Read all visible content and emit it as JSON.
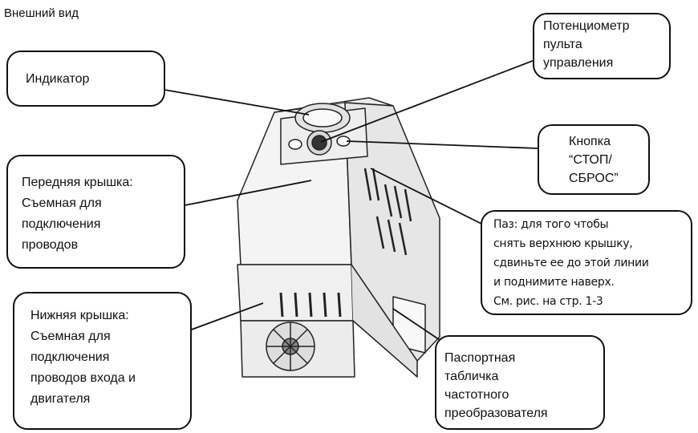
{
  "title": "Внешний вид",
  "callouts": {
    "indicator": "Индикатор",
    "potentiometer": "Потенциометр\nпульта\nуправления",
    "stop_reset": "Кнопка\n“СТОП/\nСБРОС”",
    "front_cover": "Передняя крышка:\nСъемная для\nподключения\nпроводов",
    "groove": "Паз: для того чтобы\nснять верхнюю крышку,\nсдвиньте ее до этой линии\nи поднимите наверх.\nСм. рис. на стр. 1-3",
    "bottom_cover": "Нижняя крышка:\nСъемная для\nподключения\nпроводов входа и\nдвигателя",
    "nameplate": "Паспортная\nтабличка\nчастотного\nпреобразователя"
  }
}
